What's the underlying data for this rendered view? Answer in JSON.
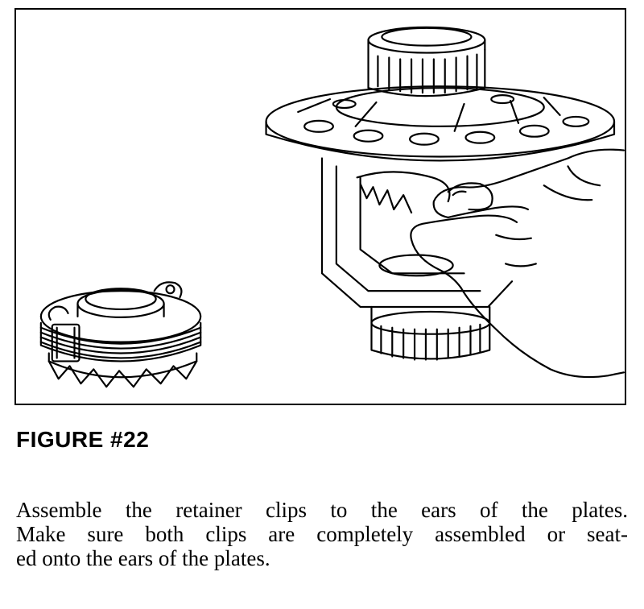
{
  "figure": {
    "caption": "FIGURE #22",
    "illustration_icon": "differential-assembly-illustration"
  },
  "instruction": {
    "lines": [
      "Assemble the retainer clips to the ears of the plates.",
      "Make sure both clips are completely assembled or seat-",
      "ed onto the ears of the plates."
    ]
  }
}
